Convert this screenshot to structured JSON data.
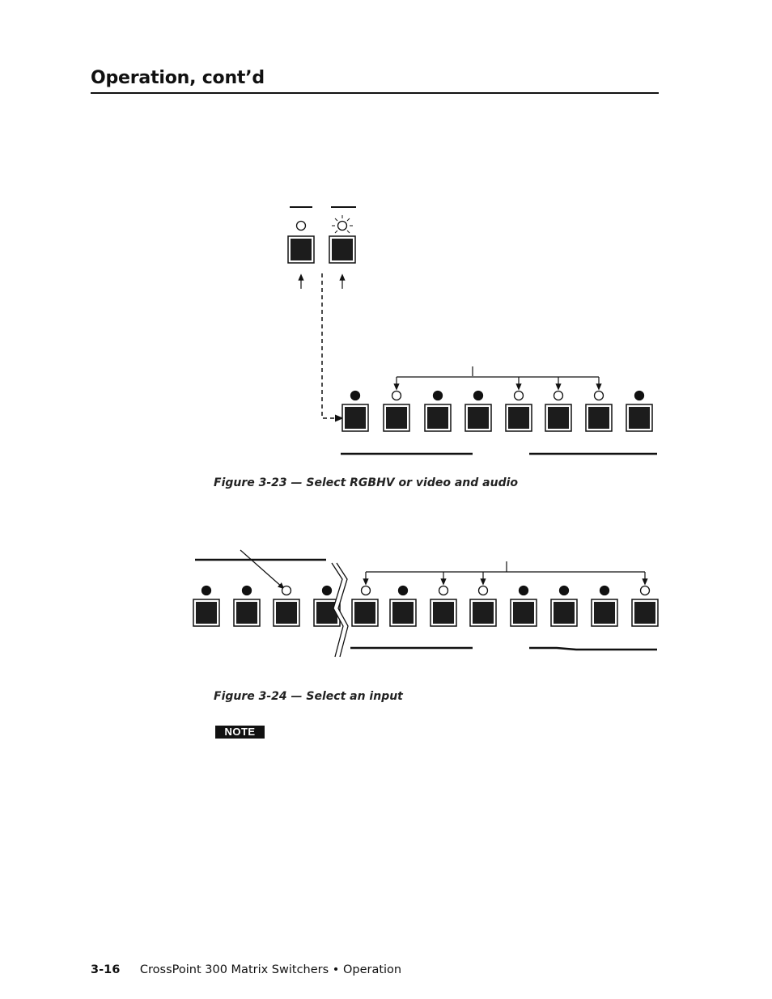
{
  "page": {
    "heading": "Operation, cont’d",
    "page_number": "3-16",
    "footer_text": "CrossPoint 300 Matrix Switchers • Operation"
  },
  "figures": [
    {
      "caption": "Figure 3-23 — Select RGBHV or video and audio"
    },
    {
      "caption": "Figure 3-24 — Select an input"
    }
  ],
  "note": {
    "label": "NOTE"
  },
  "colors": {
    "ink": "#111111",
    "button_face": "#1c1c1c",
    "paper": "#ffffff"
  }
}
